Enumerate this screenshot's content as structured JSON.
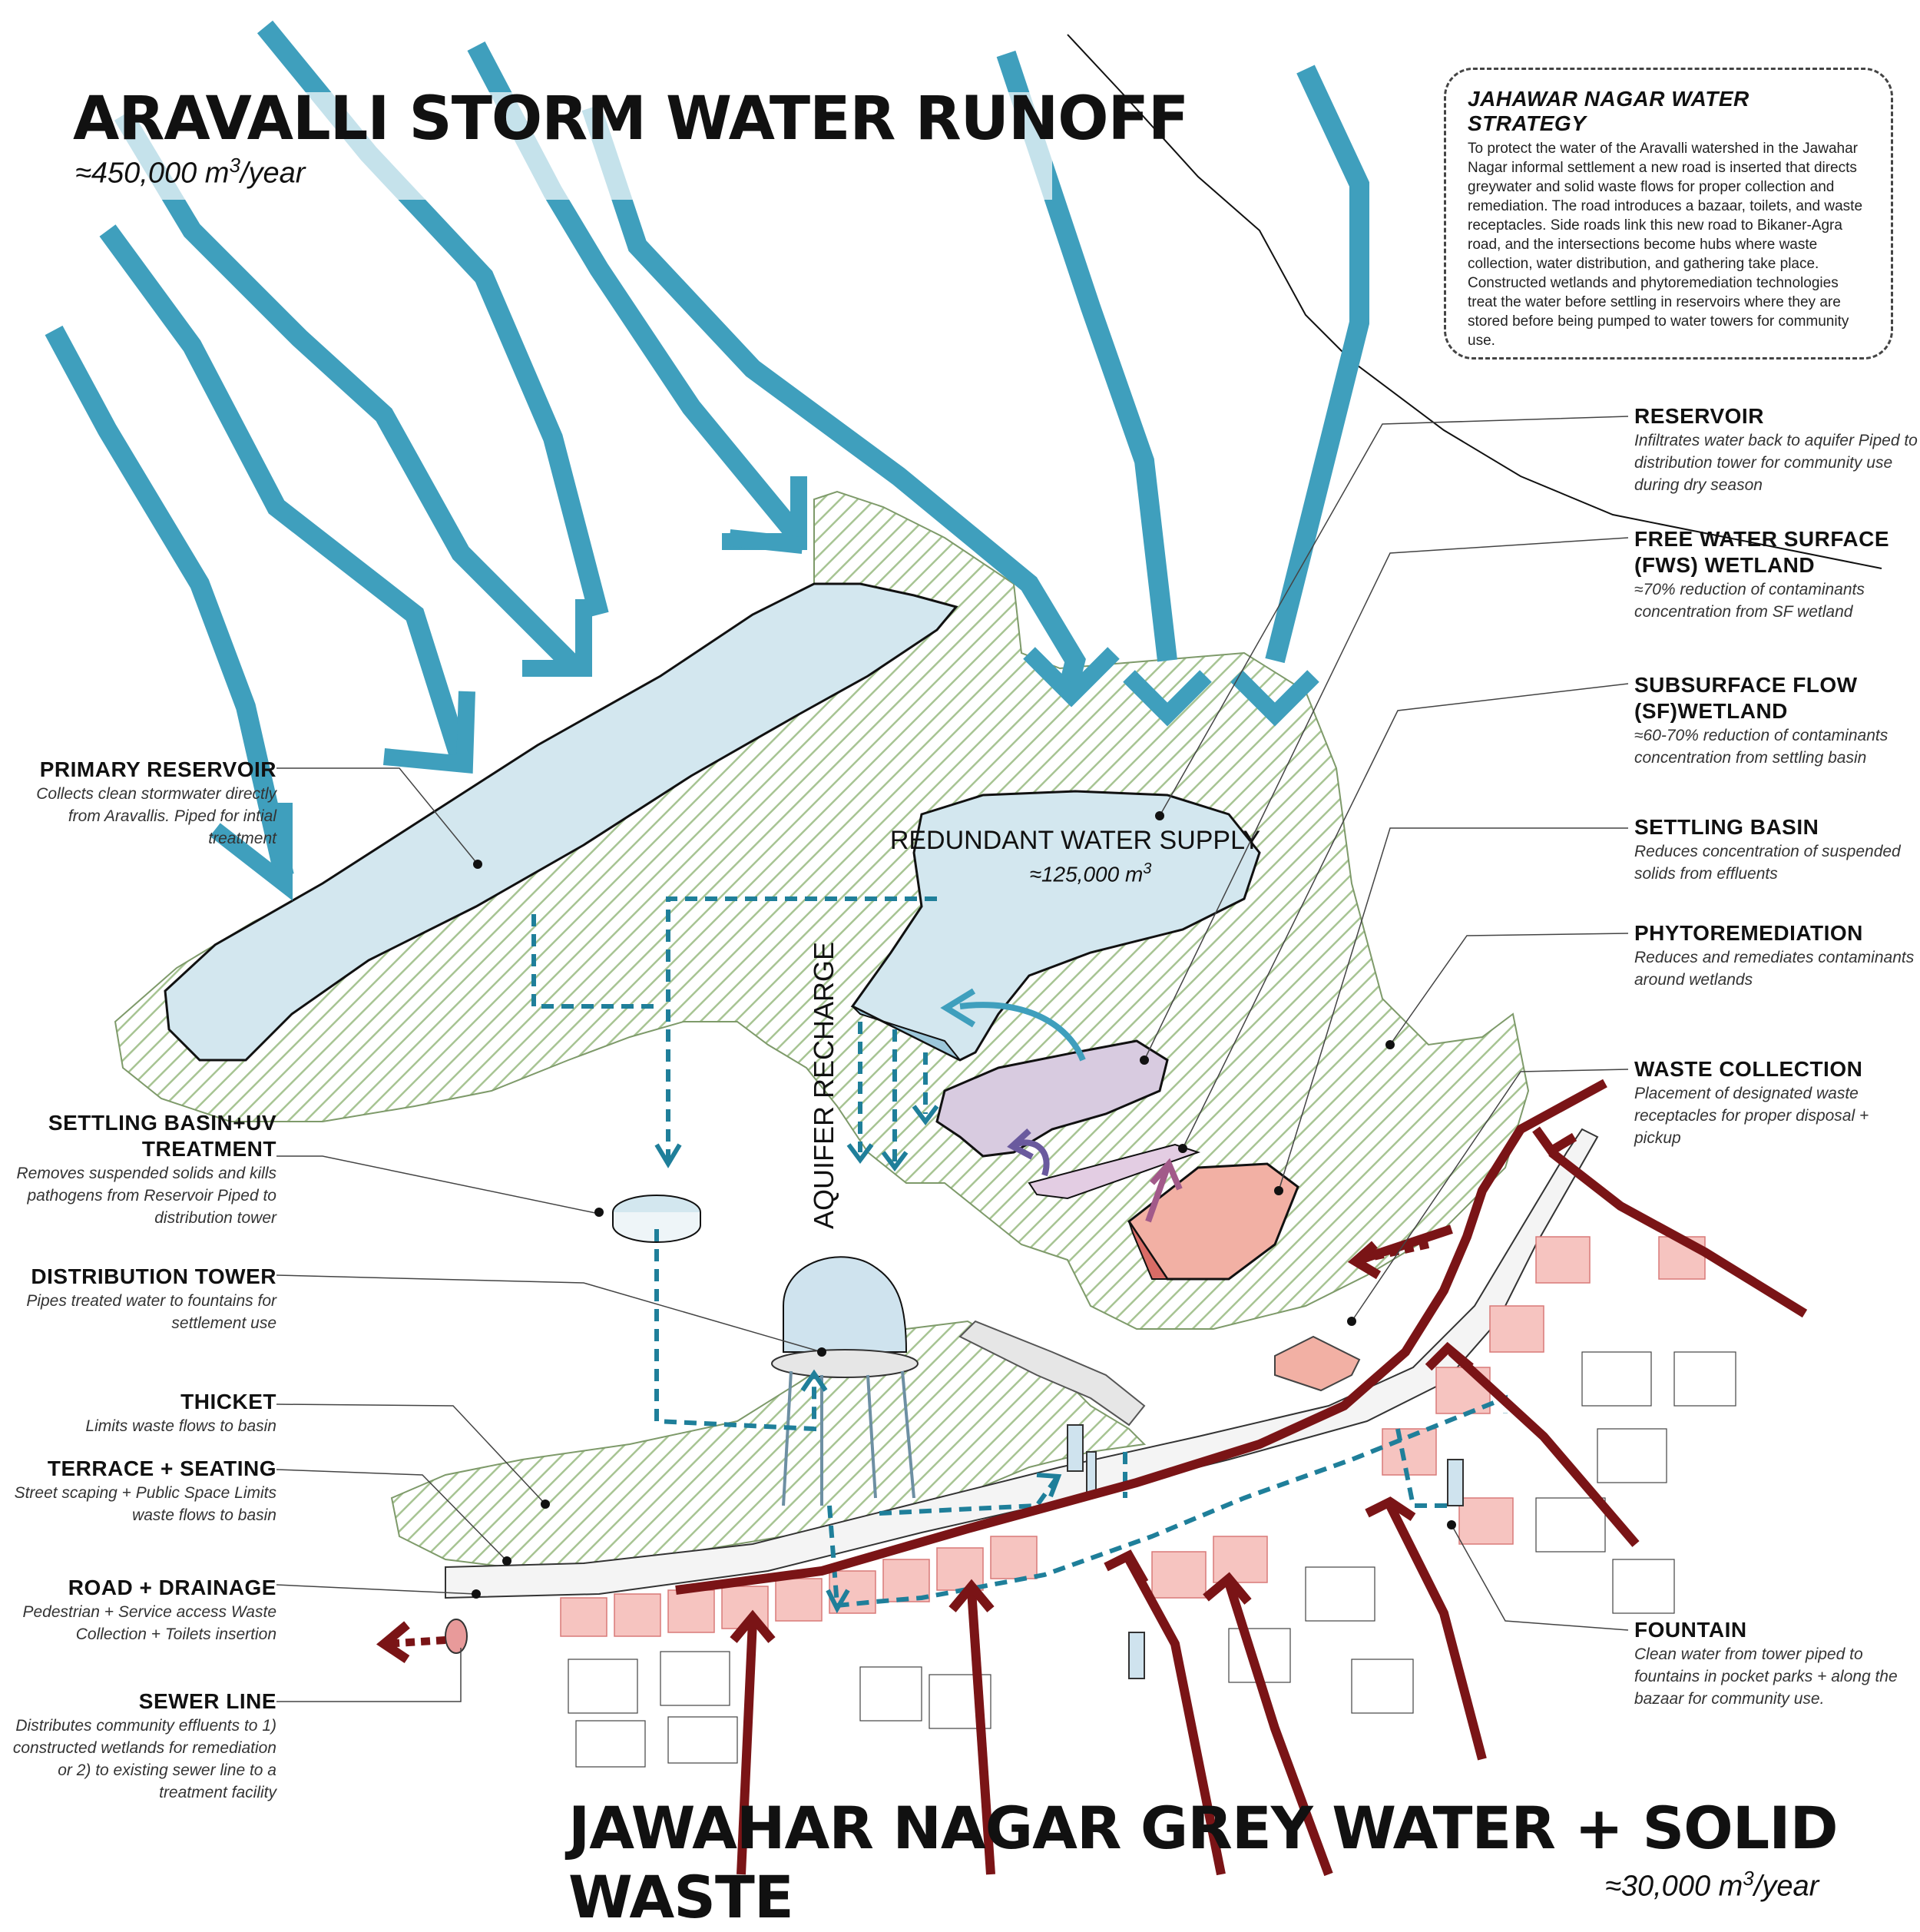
{
  "header": {
    "title": "ARAVALLI STORM WATER RUNOFF",
    "subtitle_prefix": "≈450,000 m",
    "subtitle_sup": "3",
    "subtitle_suffix": "/year"
  },
  "footer": {
    "title": "JAWAHAR NAGAR GREY WATER + SOLID WASTE",
    "subtitle_prefix": "≈30,000 m",
    "subtitle_sup": "3",
    "subtitle_suffix": "/year"
  },
  "strategy": {
    "title": "JAHAWAR NAGAR WATER STRATEGY",
    "body": "To protect the water of the Aravalli watershed in the Jawahar Nagar informal settlement a new road is inserted that directs greywater and solid waste flows for proper collection and remediation. The road introduces a bazaar, toilets, and waste receptacles. Side roads link this new road to Bikaner-Agra road, and the intersections become hubs where waste collection, water distribution, and gathering take place.\nConstructed wetlands and phytoremediation technologies treat the water before settling in reservoirs where they are stored before being pumped to water towers for community use."
  },
  "map_labels": {
    "redundant_title": "REDUNDANT WATER SUPPLY",
    "redundant_vol_prefix": "≈125,000 m",
    "redundant_vol_sup": "3",
    "aquifer": "AQUIFER RECHARGE"
  },
  "left_labels": [
    {
      "title": "PRIMARY RESERVOIR",
      "desc": "Collects clean stormwater directly from Aravallis. Piped for intial treatment"
    },
    {
      "title": "SETTLING BASIN+UV TREATMENT",
      "desc": "Removes suspended solids and kills pathogens from Reservoir Piped to distribution tower"
    },
    {
      "title": "DISTRIBUTION TOWER",
      "desc": "Pipes treated water to fountains for settlement use"
    },
    {
      "title": "THICKET",
      "desc": "Limits waste flows to basin"
    },
    {
      "title": "TERRACE + SEATING",
      "desc": "Street scaping + Public Space Limits waste flows to basin"
    },
    {
      "title": "ROAD + DRAINAGE",
      "desc": "Pedestrian + Service access Waste Collection + Toilets insertion"
    },
    {
      "title": "SEWER LINE",
      "desc": "Distributes community effluents to 1) constructed wetlands for remediation  or 2) to existing sewer line to a treatment facility"
    }
  ],
  "right_labels": [
    {
      "title": "RESERVOIR",
      "desc": "Infiltrates water back to aquifer Piped to distribution tower for community use during dry season"
    },
    {
      "title": "FREE WATER SURFACE (FWS) WETLAND",
      "desc": "≈70% reduction of contaminants concentration from SF wetland"
    },
    {
      "title": "SUBSURFACE FLOW (SF)WETLAND",
      "desc": "≈60-70% reduction of contaminants concentration from settling basin"
    },
    {
      "title": "SETTLING BASIN",
      "desc": "Reduces concentration of suspended solids from effluents"
    },
    {
      "title": "PHYTOREMEDIATION",
      "desc": "Reduces and remediates contaminants around wetlands"
    },
    {
      "title": "WASTE COLLECTION",
      "desc": "Placement of designated waste receptacles for proper disposal + pickup"
    },
    {
      "title": "FOUNTAIN",
      "desc": "Clean water from tower piped to fountains in pocket parks + along the bazaar for community use."
    }
  ],
  "colors": {
    "storm_arrow": "#3f9fbd",
    "pipe": "#1f7f9a",
    "waste_arrow": "#7a1416",
    "hatch": "#8fb07a",
    "reservoir": "#d3e7ef",
    "wetland": "#d8cbe0",
    "basin": "#f2b0a4",
    "houses": "#f4b9b4"
  }
}
